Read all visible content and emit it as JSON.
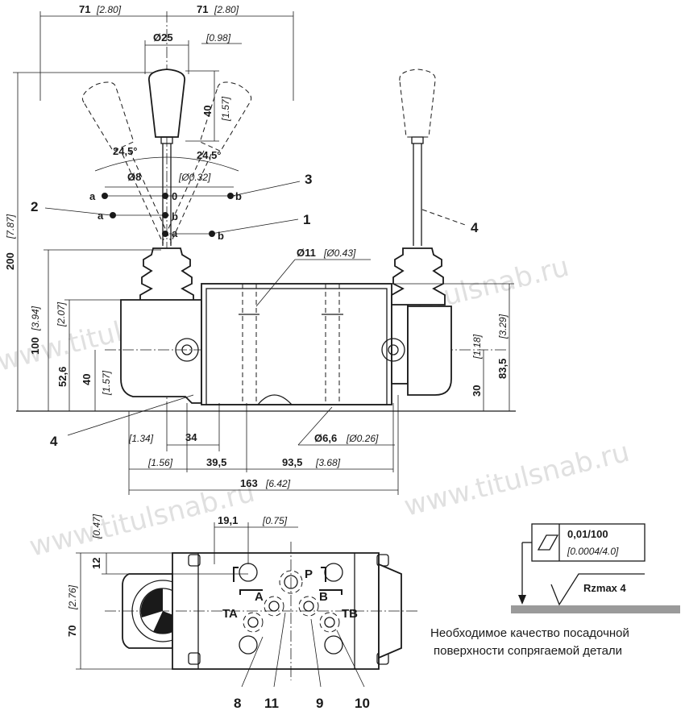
{
  "dimensions": {
    "top_left_71": "71",
    "top_left_71_in": "[2.80]",
    "top_right_71": "71",
    "top_right_71_in": "[2.80]",
    "d25": "Ø25",
    "d25_in": "[0.98]",
    "h40": "40",
    "h40_in": "[1.57]",
    "ang_left": "24,5°",
    "ang_right": "24,5°",
    "d8": "Ø8",
    "d8_in": "[Ø0.32]",
    "d11": "Ø11",
    "d11_in": "[Ø0.43]",
    "h200": "200",
    "h200_in": "[7.87]",
    "h100": "100",
    "h100_in": "[3.94]",
    "h52_6": "52,6",
    "h52_6_in": "[2.07]",
    "h40b": "40",
    "h40b_in": "[1.57]",
    "h83_5": "83,5",
    "h83_5_in": "[3.29]",
    "h30": "30",
    "h30_in": "[1.18]",
    "w34_in": "[1.34]",
    "w34": "34",
    "d6_6": "Ø6,6",
    "d6_6_in": "[Ø0.26]",
    "w39_5_in": "[1.56]",
    "w39_5": "39,5",
    "w93_5": "93,5",
    "w93_5_in": "[3.68]",
    "w163": "163",
    "w163_in": "[6.42]",
    "w19_1": "19,1",
    "w19_1_in": "[0.75]",
    "h12_in": "[0.47]",
    "h12": "12",
    "h70": "70",
    "h70_in": "[2.76]"
  },
  "positions": {
    "a_left": "a",
    "a_left2": "a",
    "zero": "0",
    "b_mid": "b",
    "a_mid": "a",
    "b_right": "b",
    "b_right2": "b"
  },
  "callouts": {
    "c1": "1",
    "c2": "2",
    "c3": "3",
    "c4_right": "4",
    "c4_left": "4",
    "c8": "8",
    "c11": "11",
    "c9": "9",
    "c10": "10"
  },
  "ports": {
    "P": "P",
    "A": "A",
    "B": "B",
    "TA": "TA",
    "TB": "TB"
  },
  "surface": {
    "flatness": "0,01/100",
    "flatness_in": "[0.0004/4.0]",
    "roughness": "Rzmax  4",
    "note_line1": "Необходимое качество посадочной",
    "note_line2": "поверхности сопрягаемой детали"
  },
  "watermarks": {
    "w1": "www.titulsnab.ru",
    "w2": "www.titulsnab.ru",
    "w3": "www.titulsnab.ru",
    "w4": "www.titulsnab.ru"
  }
}
